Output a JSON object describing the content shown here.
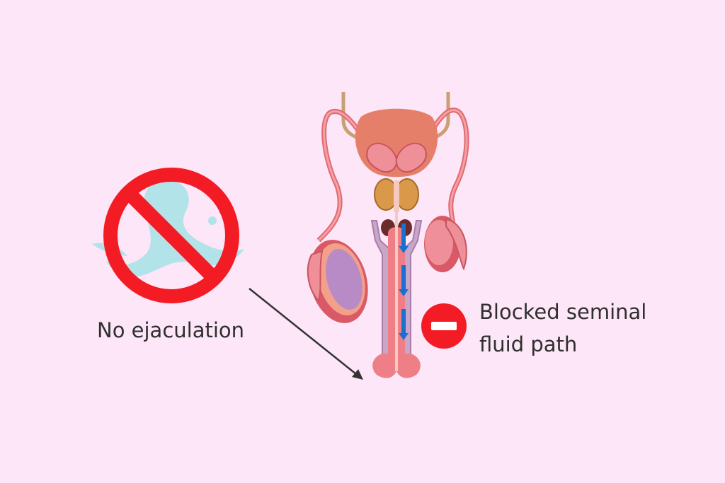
{
  "labels": {
    "no_ejaculation": "No ejaculation",
    "blocked_line1": "Blocked seminal",
    "blocked_line2": "fluid path"
  },
  "colors": {
    "background": "#fde6f7",
    "prohibition_red": "#f31b24",
    "flow_arrow_blue": "#1a6fd0",
    "tissue_pink": "#ee7f86",
    "bladder": "#e57f6a",
    "prostate": "#d9984a",
    "corpus_purple": "#c9a5c9",
    "splash_cyan": "#a9e3e8"
  },
  "icons": {
    "no_sign": "prohibition-icon",
    "blocked": "no-entry-icon",
    "pointer": "arrow-icon"
  }
}
